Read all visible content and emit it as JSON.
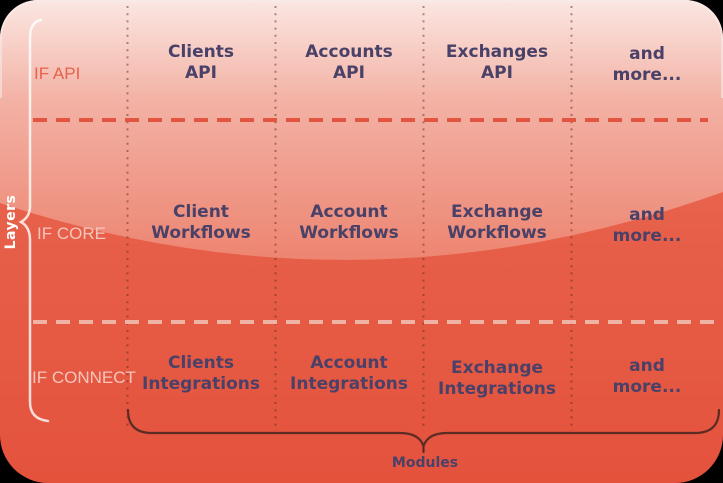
{
  "title": "Layered modules diagram",
  "layers_label": "Layers",
  "modules_label": "Modules",
  "rows": [
    {
      "label": "IF API",
      "cells": [
        "Clients\nAPI",
        "Accounts\nAPI",
        "Exchanges\nAPI",
        "and more..."
      ]
    },
    {
      "label": "IF CORE",
      "cells": [
        "Client\nWorkflows",
        "Account\nWorkflows",
        "Exchange\nWorkflows",
        "and more..."
      ]
    },
    {
      "label": "IF CONNECT",
      "cells": [
        "Clients\nIntegrations",
        "Account\nIntegrations",
        "Exchange\nIntegrations",
        "and more..."
      ]
    }
  ],
  "palette": {
    "bg_top": "#fbe7e2",
    "bg_mid": "#f3b2a5",
    "bg_wave": "#ed8470",
    "bg_lower": "#e7604a",
    "bg_bottom": "#e4523c",
    "text_dark": "#4a4168",
    "label_if_api": "#e8614b",
    "label_light": "#f4c6bc",
    "dash_strong": "#e25641",
    "dash_light": "#f1bdb1",
    "dot_line": "#5f2b25",
    "brace_dark": "#5d2b24",
    "brace_light": "#ffffff"
  }
}
